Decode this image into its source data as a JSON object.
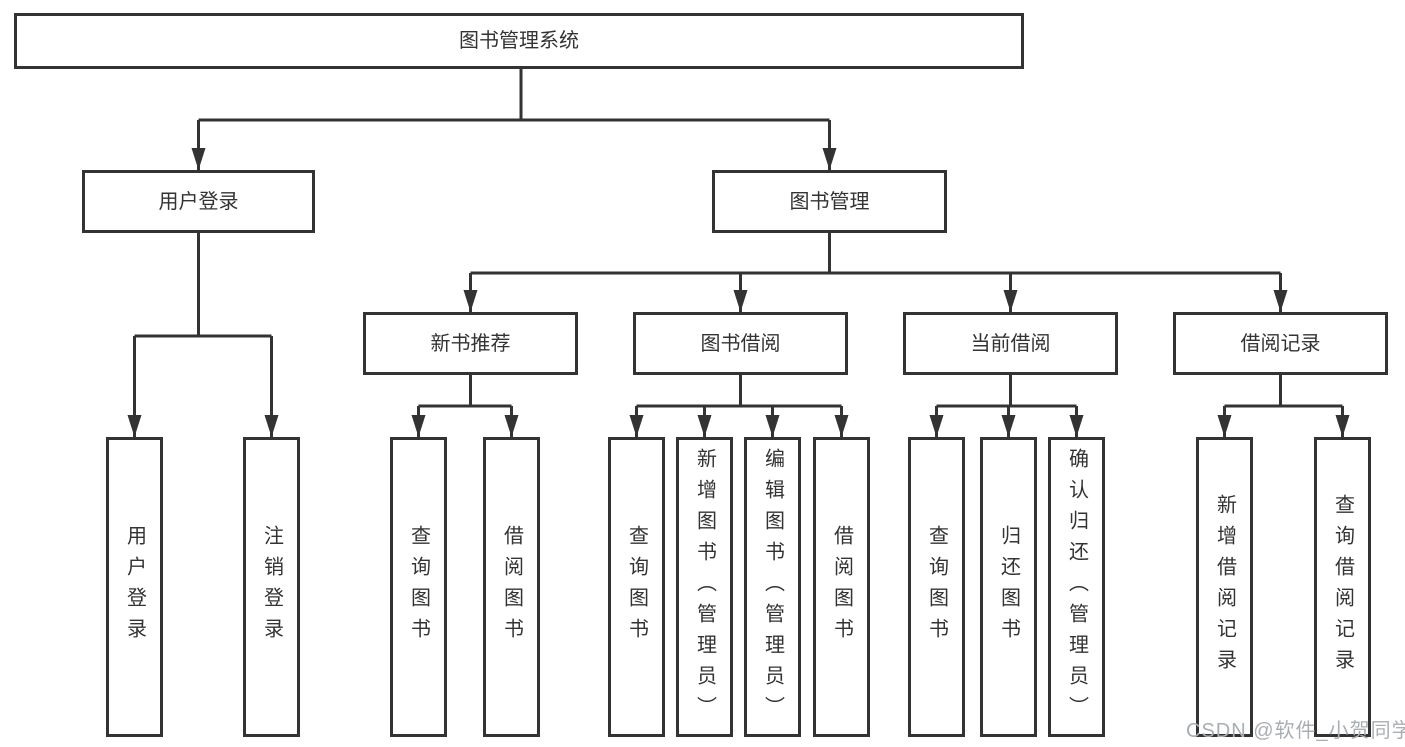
{
  "tree": {
    "label": "图书管理系统",
    "children": [
      {
        "label": "用户登录",
        "children": [
          {
            "label": "用户登录"
          },
          {
            "label": "注销登录"
          }
        ]
      },
      {
        "label": "图书管理",
        "children": [
          {
            "label": "新书推荐",
            "children": [
              {
                "label": "查询图书"
              },
              {
                "label": "借阅图书"
              }
            ]
          },
          {
            "label": "图书借阅",
            "children": [
              {
                "label": "查询图书"
              },
              {
                "label": "新增图书（管理员）"
              },
              {
                "label": "编辑图书（管理员）"
              },
              {
                "label": "借阅图书"
              }
            ]
          },
          {
            "label": "当前借阅",
            "children": [
              {
                "label": "查询图书"
              },
              {
                "label": "归还图书"
              },
              {
                "label": "确认归还（管理员）"
              }
            ]
          },
          {
            "label": "借阅记录",
            "children": [
              {
                "label": "新增借阅记录"
              },
              {
                "label": "查询借阅记录"
              }
            ]
          }
        ]
      }
    ]
  },
  "watermark": {
    "text": "CSDN @软件_小贺同学"
  },
  "colors": {
    "line": "#333333",
    "box_border": "#333333",
    "text": "#333333",
    "watermark": "#a9aeb3",
    "background": "#ffffff"
  }
}
